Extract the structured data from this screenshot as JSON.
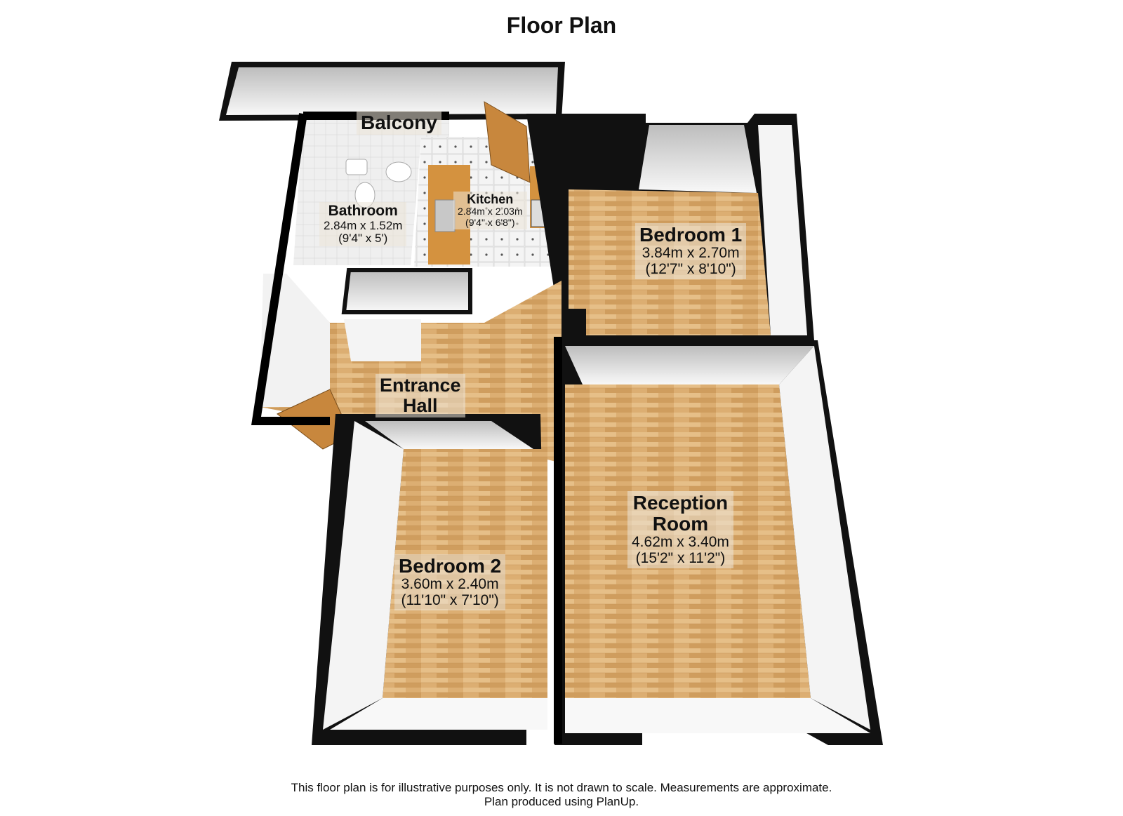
{
  "title": "Floor Plan",
  "rooms": {
    "balcony": {
      "name": "Balcony"
    },
    "bathroom": {
      "name": "Bathroom",
      "metric": "2.84m x 1.52m",
      "imperial": "(9'4\" x 5')"
    },
    "kitchen": {
      "name": "Kitchen",
      "metric": "2.84m x 2.03m",
      "imperial": "(9'4\" x 6'8\")"
    },
    "bedroom1": {
      "name": "Bedroom 1",
      "metric": "3.84m x 2.70m",
      "imperial": "(12'7\" x 8'10\")"
    },
    "entrance_hall": {
      "name_line1": "Entrance",
      "name_line2": "Hall"
    },
    "bedroom2": {
      "name": "Bedroom 2",
      "metric": "3.60m x 2.40m",
      "imperial": "(11'10\" x 7'10\")"
    },
    "reception": {
      "name_line1": "Reception",
      "name_line2": "Room",
      "metric": "4.62m x 3.40m",
      "imperial": "(15'2\" x 11'2\")"
    }
  },
  "footer": {
    "line1": "This floor plan is for illustrative purposes only. It is not drawn to scale. Measurements are approximate.",
    "line2": "Plan produced using PlanUp."
  },
  "colors": {
    "wall": "#000000",
    "floor_wood": "#d9a766",
    "wall_face": "#f2f2f2",
    "kitchen_counter": "#d4923f"
  }
}
